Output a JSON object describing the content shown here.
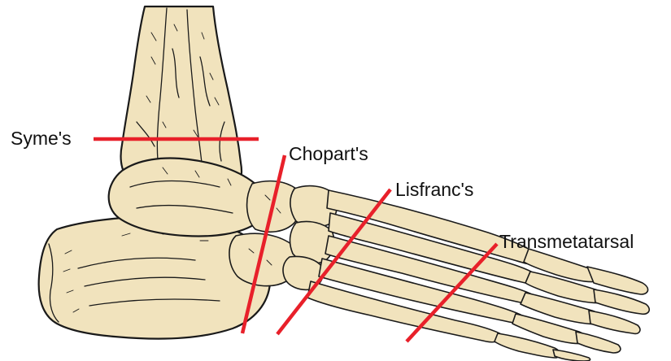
{
  "colors": {
    "bone_fill": "#f1e3bd",
    "outline": "#1a1a1a",
    "cut_line": "#e8202a",
    "label_text": "#111111"
  },
  "amputation_levels": [
    {
      "key": "symes",
      "label": "Syme's"
    },
    {
      "key": "choparts",
      "label": "Chopart's"
    },
    {
      "key": "lisfrancs",
      "label": "Lisfranc's"
    },
    {
      "key": "transmetatarsal",
      "label": "Transmetatarsal"
    }
  ]
}
